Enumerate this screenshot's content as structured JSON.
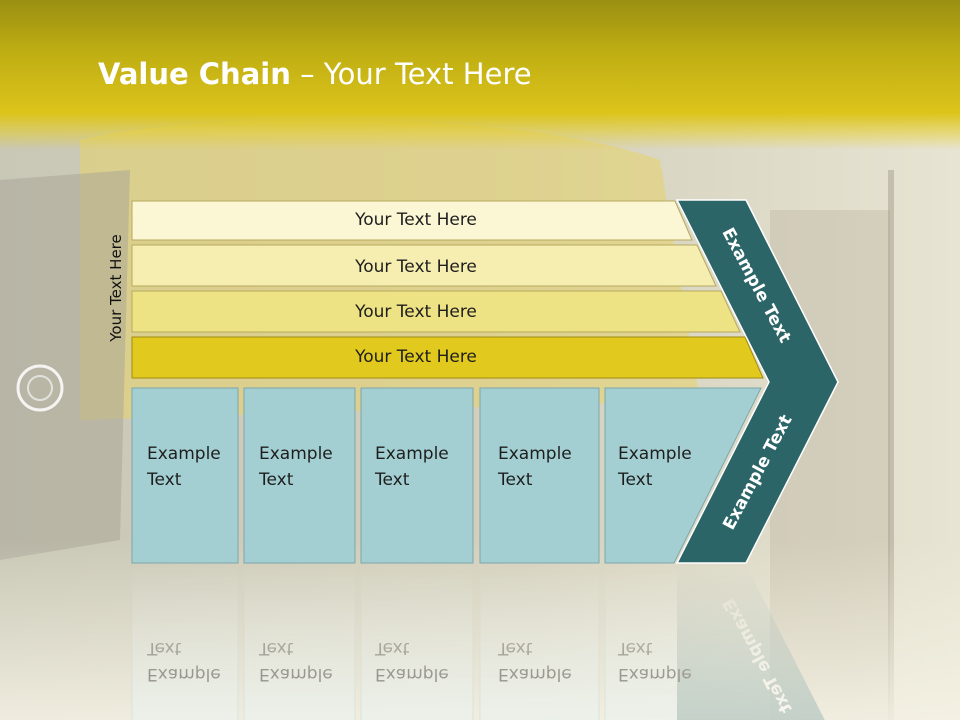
{
  "slide": {
    "title_bold": "Value Chain",
    "title_rest": " – Your Text Here",
    "side_label": "Your Text Here"
  },
  "bands": [
    {
      "label": "Your Text Here",
      "color": "#fbf6d4"
    },
    {
      "label": "Your Text Here",
      "color": "#f6eeb0"
    },
    {
      "label": "Your Text Here",
      "color": "#ede284"
    },
    {
      "label": "Your Text Here",
      "color": "#e1c91e"
    }
  ],
  "cells": [
    {
      "line1": "Example",
      "line2": "Text"
    },
    {
      "line1": "Example",
      "line2": "Text"
    },
    {
      "line1": "Example",
      "line2": "Text"
    },
    {
      "line1": "Example",
      "line2": "Text"
    },
    {
      "line1": "Example",
      "line2": "Text"
    }
  ],
  "chevron": {
    "upper_label": "Example Text",
    "lower_label": "Example Text",
    "color": "#2c6567"
  },
  "colors": {
    "title_band": "#dcc41a",
    "cell_fill": "#a3cfd2",
    "cell_stroke": "#7ea7aa"
  }
}
